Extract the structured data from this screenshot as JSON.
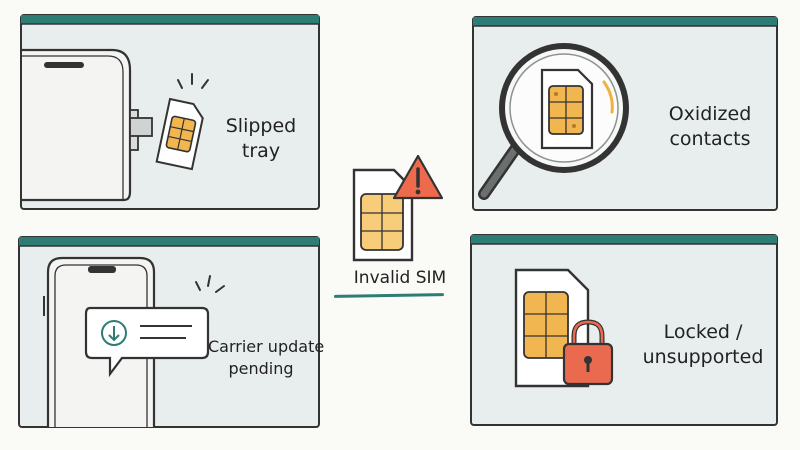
{
  "colors": {
    "accent_teal": "#2e7d74",
    "panel_bg": "#e8eeee",
    "sim_gold": "#f2b650",
    "sim_gold_light": "#f7cd7a",
    "warning_red": "#ee6a4c",
    "lock_red": "#ea6a50",
    "magnifier_gold": "#f0b23c"
  },
  "center": {
    "label": "Invalid SIM",
    "warning_icon": "warning-triangle-icon"
  },
  "panels": {
    "slipped_tray": {
      "line1": "Slipped",
      "line2": "tray"
    },
    "oxidized": {
      "line1": "Oxidized",
      "line2": "contacts"
    },
    "carrier": {
      "line1": "Carrier update",
      "line2": "pending"
    },
    "locked": {
      "line1": "Locked /",
      "line2": "unsupported"
    }
  },
  "icons": [
    "smartphone-icon",
    "sim-card-icon",
    "magnifier-icon",
    "download-icon",
    "padlock-icon",
    "chat-bubble-icon"
  ]
}
